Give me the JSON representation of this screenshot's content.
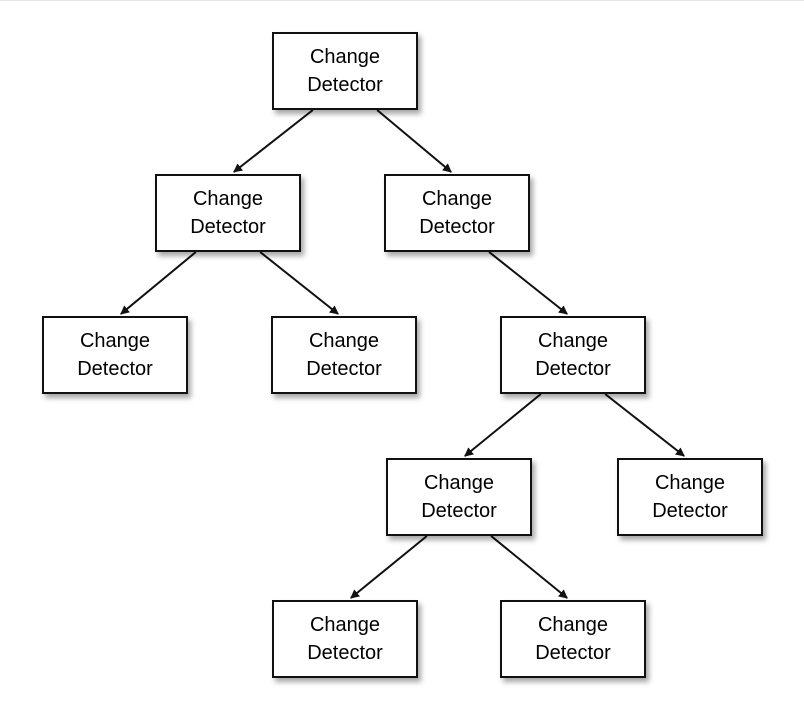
{
  "nodes": [
    {
      "id": "n1",
      "line1": "Change",
      "line2": "Detector"
    },
    {
      "id": "n2",
      "line1": "Change",
      "line2": "Detector"
    },
    {
      "id": "n3",
      "line1": "Change",
      "line2": "Detector"
    },
    {
      "id": "n4",
      "line1": "Change",
      "line2": "Detector"
    },
    {
      "id": "n5",
      "line1": "Change",
      "line2": "Detector"
    },
    {
      "id": "n6",
      "line1": "Change",
      "line2": "Detector"
    },
    {
      "id": "n7",
      "line1": "Change",
      "line2": "Detector"
    },
    {
      "id": "n8",
      "line1": "Change",
      "line2": "Detector"
    },
    {
      "id": "n9",
      "line1": "Change",
      "line2": "Detector"
    },
    {
      "id": "n10",
      "line1": "Change",
      "line2": "Detector"
    }
  ],
  "edges": [
    {
      "from": "n1",
      "to": "n2"
    },
    {
      "from": "n1",
      "to": "n3"
    },
    {
      "from": "n2",
      "to": "n4"
    },
    {
      "from": "n2",
      "to": "n5"
    },
    {
      "from": "n3",
      "to": "n6"
    },
    {
      "from": "n6",
      "to": "n7"
    },
    {
      "from": "n6",
      "to": "n8"
    },
    {
      "from": "n7",
      "to": "n9"
    },
    {
      "from": "n7",
      "to": "n10"
    }
  ],
  "colors": {
    "border": "#111111",
    "arrow": "#111111",
    "background": "#ffffff"
  }
}
